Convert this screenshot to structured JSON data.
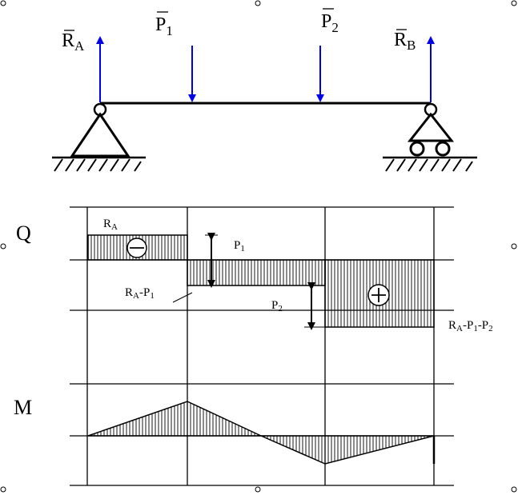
{
  "colors": {
    "force": "#0000ee",
    "ink": "#000000",
    "handle": "#000000"
  },
  "beam_labels": {
    "ra": {
      "main": "R",
      "sub": "A"
    },
    "p1": {
      "main": "P",
      "sub": "1"
    },
    "p2": {
      "main": "P",
      "sub": "2"
    },
    "rb": {
      "main": "R",
      "sub": "B"
    }
  },
  "diagram_labels": {
    "q": "Q",
    "m": "M",
    "ra_small": {
      "main": "R",
      "sub": "A"
    },
    "p1_small": {
      "main": "P",
      "sub": "1"
    },
    "p2_small": {
      "main": "P",
      "sub": "2"
    },
    "ra_minus_p1": {
      "parts": [
        "R",
        "A",
        "-P",
        "1"
      ]
    },
    "ra_minus_p1_p2": {
      "parts": [
        "R",
        "A",
        "-P",
        "1",
        "-P",
        "2"
      ]
    }
  },
  "signs": {
    "negative": "negative-sign-icon",
    "positive": "positive-sign-icon"
  },
  "icons": {
    "pin_support": "pin-support-icon",
    "roller_support": "roller-support-icon",
    "ground": "ground-hatch-icon"
  }
}
